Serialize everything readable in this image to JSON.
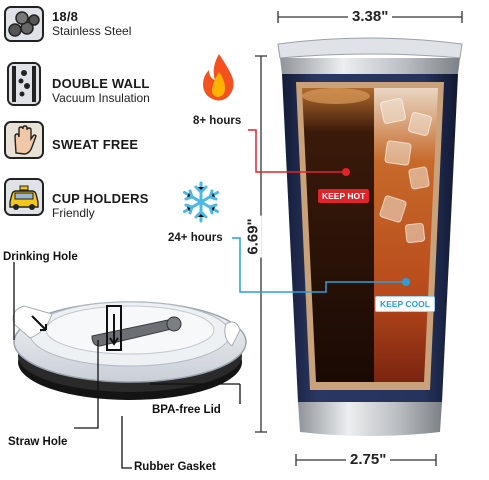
{
  "features": [
    {
      "title": "18/8",
      "subtitle": "Stainless Steel",
      "icon": "steel-icon"
    },
    {
      "title": "DOUBLE WALL",
      "subtitle": "Vacuum Insulation",
      "icon": "double-wall-icon"
    },
    {
      "title": "SWEAT FREE",
      "subtitle": "",
      "icon": "hand-icon"
    },
    {
      "title": "CUP HOLDERS",
      "subtitle": "Friendly",
      "icon": "car-icon"
    }
  ],
  "lid_labels": {
    "drinking_hole": "Drinking Hole",
    "straw_hole": "Straw Hole",
    "bpa_free_lid": "BPA-free Lid",
    "rubber_gasket": "Rubber Gasket"
  },
  "dimensions": {
    "top_width": "3.38\"",
    "height": "6.69\"",
    "bottom_width": "2.75\""
  },
  "hot": {
    "hours": "8+ hours",
    "badge": "KEEP HOT",
    "icon": "flame-icon",
    "color": "#e0242a"
  },
  "cold": {
    "hours": "24+ hours",
    "badge": "KEEP COOL",
    "icon": "snowflake-icon",
    "color": "#2a9fd8"
  },
  "colors": {
    "tumbler": "#1f2a4d",
    "steel": "#c9ccd1"
  }
}
